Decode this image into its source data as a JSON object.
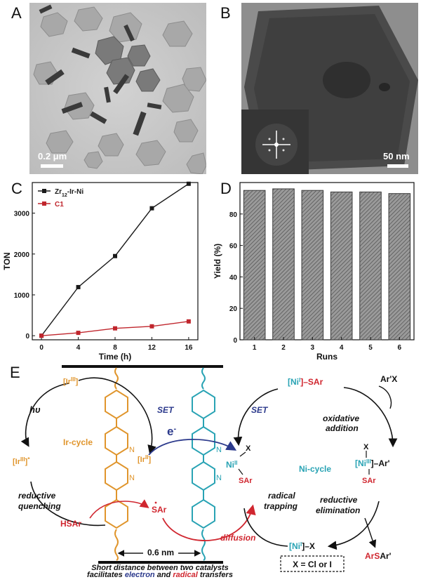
{
  "panels": {
    "a": {
      "letter": "A",
      "scale_label": "0.2 μm"
    },
    "b": {
      "letter": "B",
      "scale_label": "50 nm"
    },
    "c": {
      "letter": "C"
    },
    "d": {
      "letter": "D"
    },
    "e": {
      "letter": "E"
    }
  },
  "chart_data": [
    {
      "type": "line",
      "panel": "C",
      "xlabel": "Time (h)",
      "ylabel": "TON",
      "xlim": [
        -1,
        17
      ],
      "ylim": [
        -100,
        3750
      ],
      "xticks": [
        0,
        4,
        8,
        12,
        16
      ],
      "yticks": [
        0,
        1000,
        2000,
        3000
      ],
      "legend_position": "top-left",
      "x": [
        0,
        4,
        8,
        12,
        16
      ],
      "series": [
        {
          "name": "Zr12-Ir-Ni",
          "name_main": "Zr",
          "name_sub": "12",
          "name_rest": "-Ir-Ni",
          "color": "#1a1a1a",
          "marker": "square",
          "values": [
            0,
            1190,
            1950,
            3120,
            3720
          ]
        },
        {
          "name": "C1",
          "color": "#c0262d",
          "marker": "square",
          "values": [
            0,
            70,
            180,
            230,
            350
          ]
        }
      ]
    },
    {
      "type": "bar",
      "panel": "D",
      "xlabel": "Runs",
      "ylabel": "Yield (%)",
      "ylim": [
        0,
        100
      ],
      "yticks": [
        0,
        20,
        40,
        60,
        80
      ],
      "categories": [
        "1",
        "2",
        "3",
        "4",
        "5",
        "6"
      ],
      "values": [
        95,
        96,
        95,
        94,
        94,
        93
      ],
      "bar_color": "#7a7a7a",
      "hatch": "diagonal"
    }
  ],
  "scheme": {
    "ir_top": "[Ir",
    "ir_top_sup": "III",
    "ir_left": "[Ir",
    "ir_left_sup": "III",
    "ir_left_star": "*",
    "ir_mid": "[Ir",
    "ir_mid_sup": "II",
    "hv": "hυ",
    "set_left": "SET",
    "ir_cycle": "Ir-cycle",
    "reductive_quenching_1": "reductive",
    "reductive_quenching_2": "quenching",
    "hsar": "HSAr",
    "sar_radical": "SAr",
    "electron": "e",
    "electron_sup": "-",
    "diffusion": "diffusion",
    "distance": "0.6 nm",
    "ni1_sar": "[Ni",
    "ni1_sar_sup": "I",
    "ni1_sar_tail": "]–SAr",
    "arx": "Ar'X",
    "set_right": "SET",
    "ni2_x": "X",
    "ni2": "Ni",
    "ni2_sup": "II",
    "ni2_sar": "SAr",
    "ni_cycle": "Ni-cycle",
    "oxidative_1": "oxidative",
    "oxidative_2": "addition",
    "ni3_x": "X",
    "ni3": "[Ni",
    "ni3_sup": "III",
    "ni3_tail": "]–Ar'",
    "ni3_sar": "SAr",
    "radical_1": "radical",
    "radical_2": "trapping",
    "reductive_elim_1": "reductive",
    "reductive_elim_2": "elimination",
    "ni1_x": "[Ni",
    "ni1_x_sup": "I",
    "ni1_x_tail": "]–X",
    "product_1": "ArS",
    "product_2": "Ar'",
    "x_label": "X = Cl or I",
    "caption_line1": "Short distance between two catalysts",
    "caption_line2_a": "facilitates ",
    "caption_line2_b": "electron",
    "caption_line2_c": " and ",
    "caption_line2_d": "radical",
    "caption_line2_e": " transfers"
  },
  "colors": {
    "orange": "#e0952c",
    "teal": "#29a3b4",
    "red": "#d0262f",
    "navy": "#2c3a8c",
    "dark": "#111111"
  }
}
